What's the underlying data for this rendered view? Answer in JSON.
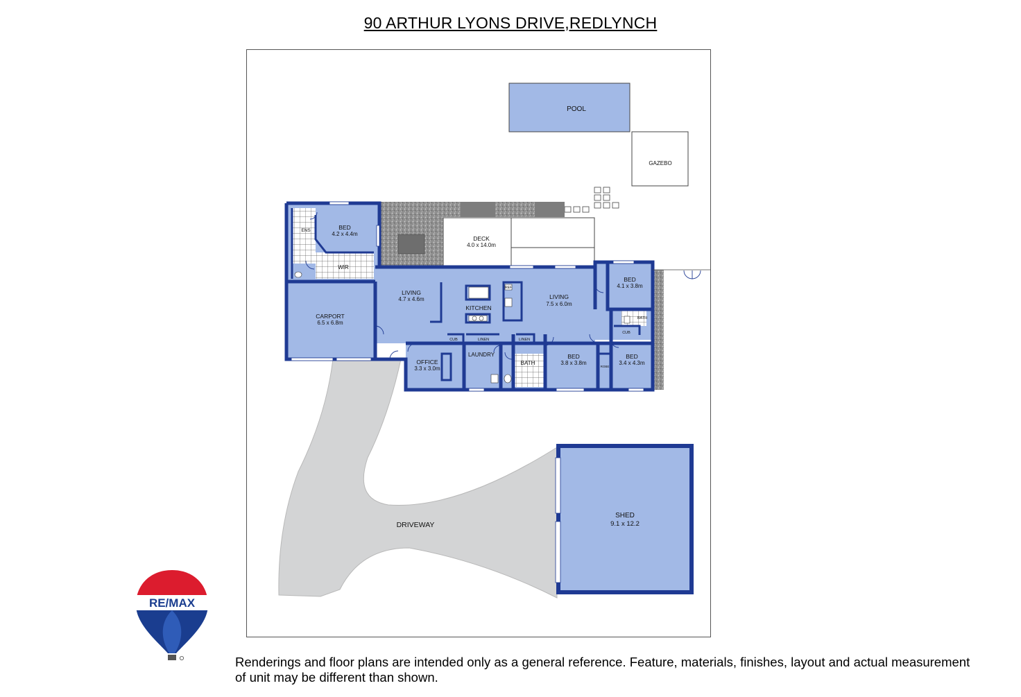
{
  "header": {
    "title": "90 ARTHUR LYONS DRIVE,REDLYNCH"
  },
  "outdoor": {
    "pool": "POOL",
    "gazebo": "GAZEBO",
    "driveway": "DRIVEWAY",
    "shed": {
      "name": "SHED",
      "size": "9.1 x 12.2"
    },
    "deck": {
      "name": "DECK",
      "size": "4.0 x 14.0m"
    },
    "carport": {
      "name": "CARPORT",
      "size": "6.5 x 6.8m"
    }
  },
  "rooms": {
    "master_bed": {
      "name": "BED",
      "size": "4.2 x 4.4m"
    },
    "ens": "ENS",
    "wir": "WIR",
    "living_west": {
      "name": "LIVING",
      "size": "4.7 x 4.6m"
    },
    "kitchen": "KITCHEN",
    "ref": "REF",
    "living_east": {
      "name": "LIVING",
      "size": "7.5 x 6.0m"
    },
    "bed_ne": {
      "name": "BED",
      "size": "4.1 x 3.8m"
    },
    "bath_small": "BATH",
    "cub_east": "CUB",
    "office": {
      "name": "OFFICE",
      "size": "3.3 x 3.0m"
    },
    "cub_office": "CUB",
    "linen_laundry": "LINEN",
    "laundry": "LAUNDRY",
    "linen_bath": "LINEN",
    "bath": "BATH",
    "bed_mid": {
      "name": "BED",
      "size": "3.8 x 3.8m"
    },
    "bed_se": {
      "name": "BED",
      "size": "3.4 x 4.3m"
    },
    "robe": "ROBE"
  },
  "footer": {
    "disclaimer": "Renderings and floor plans are intended only as a general reference. Feature, materials, finishes, layout and actual measurement of unit may be different than shown."
  },
  "brand": {
    "logo_text": "RE/MAX"
  },
  "colors": {
    "wall": "#1f3a93",
    "room_fill": "#a2b9e6",
    "driveway": "#d3d4d5",
    "gravel": "#9a9a9a"
  }
}
